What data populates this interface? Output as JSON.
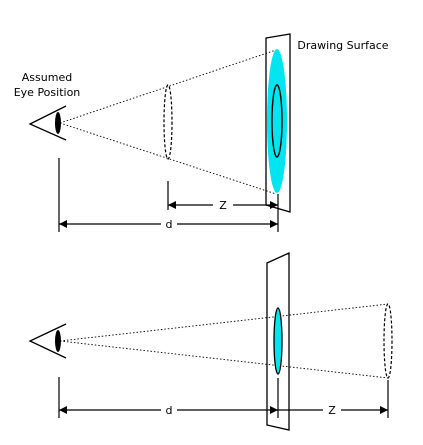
{
  "top_panel": {
    "eye_label_line1": "Assumed",
    "eye_label_line2": "Eye Position",
    "surface_label": "Drawing Surface",
    "z_label": "Z",
    "d_label": "d"
  },
  "bottom_panel": {
    "d_label": "d",
    "z_label": "Z"
  },
  "colors": {
    "line": "#000000",
    "projection_fill": "#00e5f0"
  }
}
